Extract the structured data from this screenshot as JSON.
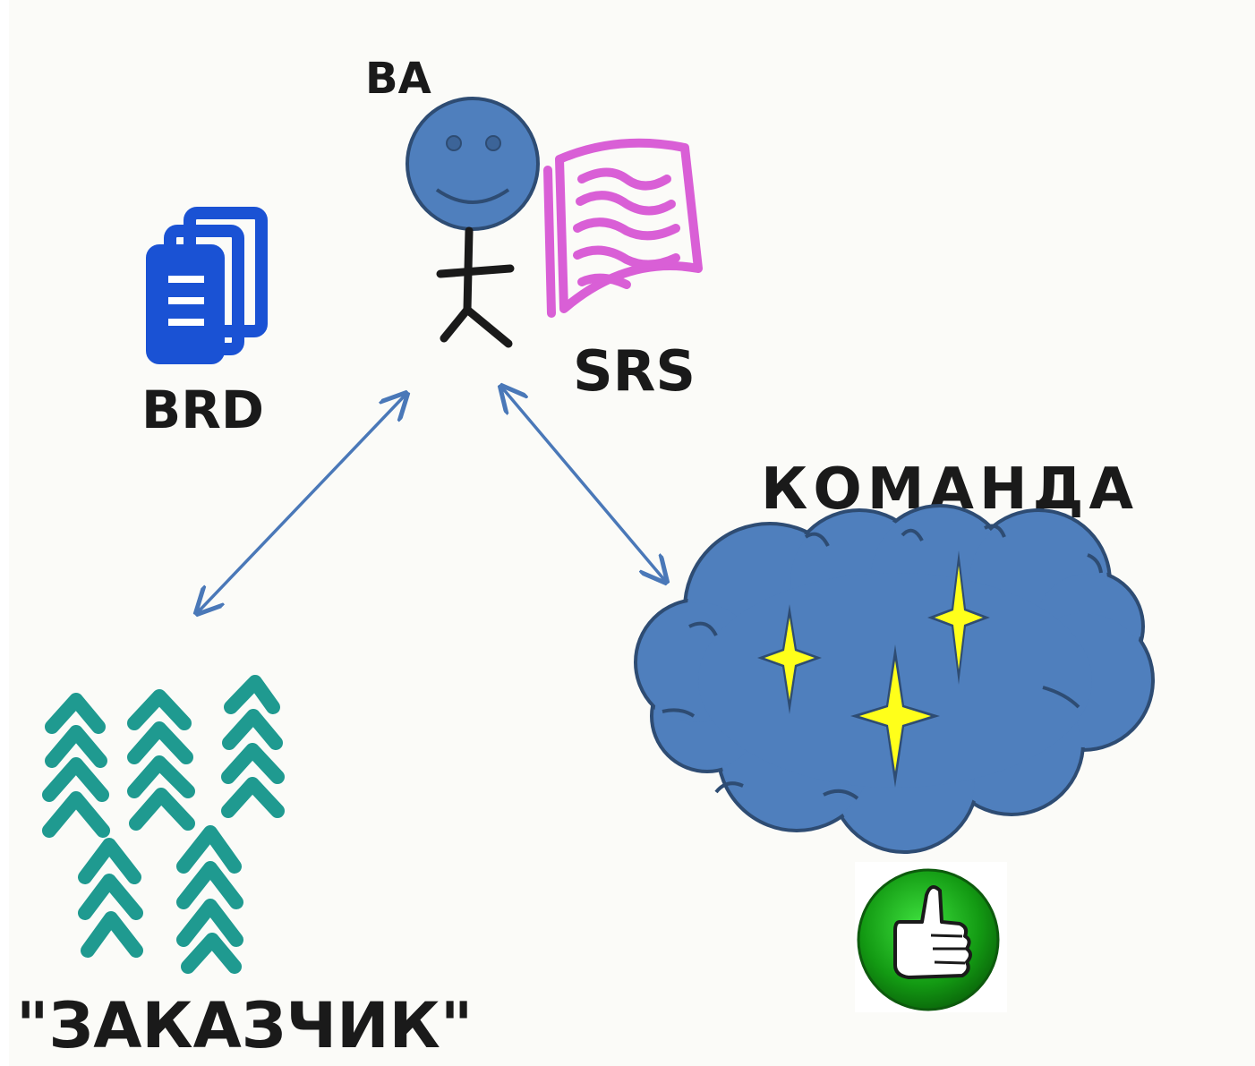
{
  "labels": {
    "ba": "BA",
    "brd": "BRD",
    "srs": "SRS",
    "team": "КОМАНДА",
    "customer": "\"ЗАКАЗЧИК\""
  },
  "icons": {
    "ba": "stick-figure-smiley-icon",
    "brd": "document-stack-icon",
    "srs": "document-scroll-icon",
    "team": "cloud-with-stars-icon",
    "customer": "fir-trees-icon",
    "approval": "thumbs-up-icon"
  },
  "colors": {
    "paper": "#fbfbf8",
    "figure": "#4f7fbd",
    "figure_outline": "#2e4c73",
    "arrow": "#4a78b8",
    "brd": "#1a52d4",
    "srs": "#d95fd6",
    "trees": "#1f9a90",
    "star": "#ffff1a",
    "thumbs_bg": "#1a9a1a",
    "ink": "#1a1a1a"
  }
}
